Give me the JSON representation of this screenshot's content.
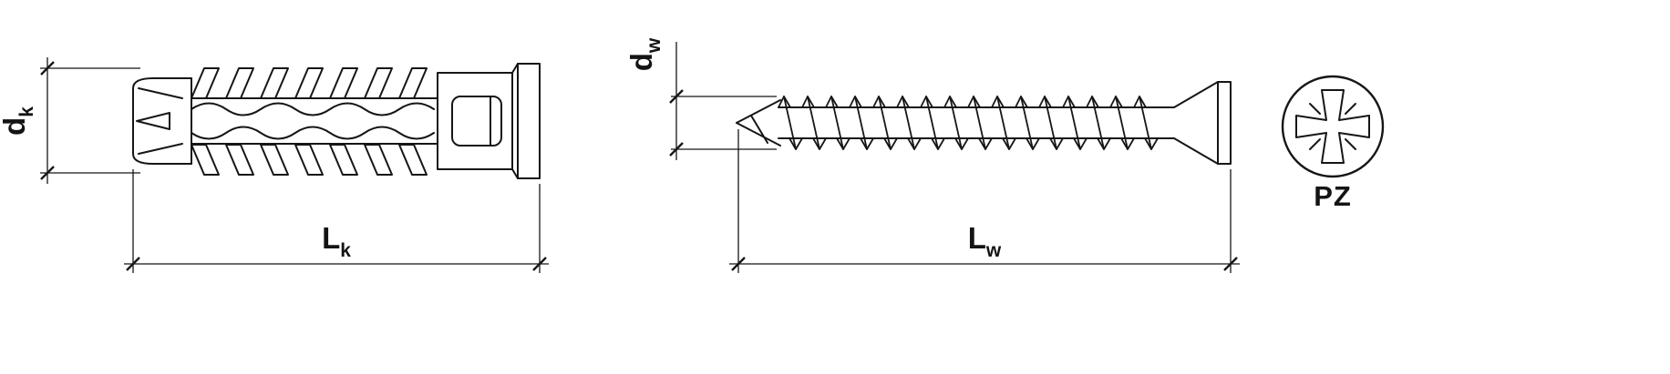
{
  "colors": {
    "background": "#ffffff",
    "line": "#161616"
  },
  "plug": {
    "diameter_label": {
      "main": "d",
      "sub": "k"
    },
    "length_label": {
      "main": "L",
      "sub": "k"
    }
  },
  "screw": {
    "diameter_label": {
      "main": "d",
      "sub": "w"
    },
    "length_label": {
      "main": "L",
      "sub": "w"
    }
  },
  "drive": {
    "label": "PZ",
    "icon": "pozidriv-cross-icon"
  }
}
